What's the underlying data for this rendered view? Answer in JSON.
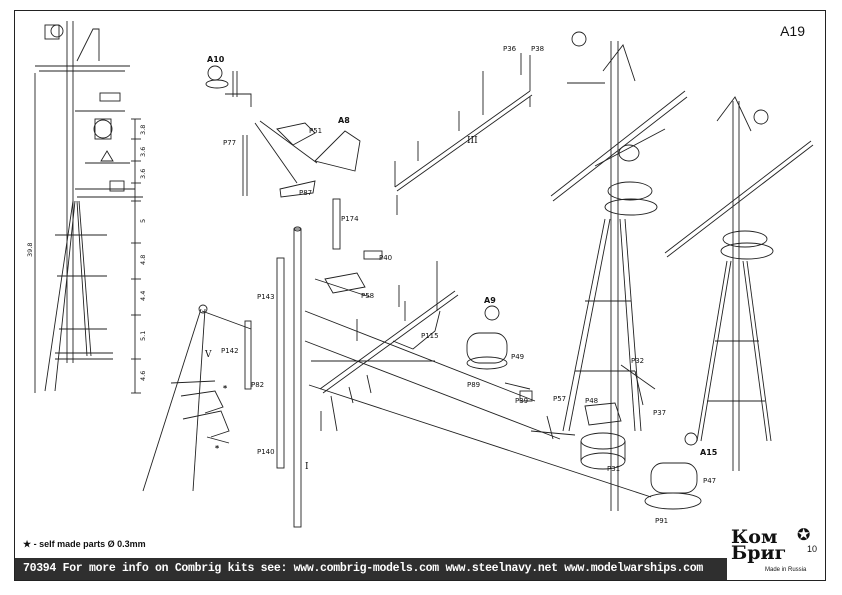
{
  "page": {
    "code": "A19",
    "note": "★ - self made parts Ø 0.3mm",
    "footer": "70394   For more info on Combrig kits see: www.combrig-models.com www.steelnavy.net  www.modelwarships.com",
    "brand": {
      "name": "Ком Бриг",
      "sub": "Made in Russia",
      "page_number": "10"
    }
  },
  "assembly_labels": [
    "A10",
    "A8",
    "A9",
    "A15"
  ],
  "part_labels": [
    "P77",
    "P51",
    "P87",
    "P174",
    "P36",
    "P38",
    "P40",
    "P58",
    "P143",
    "P142",
    "P82",
    "P140",
    "P115",
    "P49",
    "P89",
    "P39",
    "P57",
    "P48",
    "P31",
    "P37",
    "P32",
    "P47",
    "P91"
  ],
  "roman_labels": [
    "III",
    "V",
    "I"
  ],
  "dimensions": [
    "39.8",
    "3.8",
    "3.6",
    "3.6",
    "5",
    "4.8",
    "4.4",
    "5.1",
    "4.6"
  ],
  "star_marks": [
    "*",
    "*"
  ]
}
